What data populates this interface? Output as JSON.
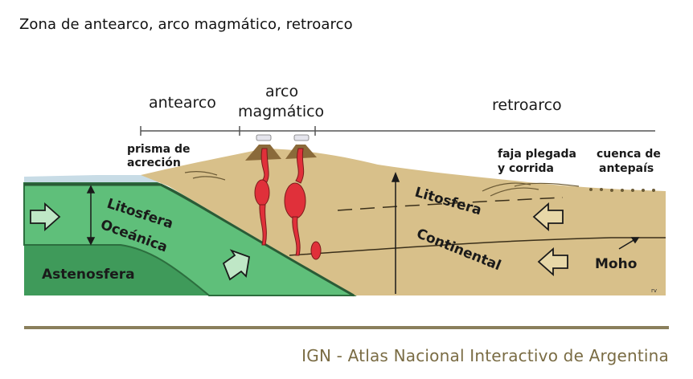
{
  "title": "Zona de antearco, arco magmático, retroarco",
  "labels": {
    "antearco": "antearco",
    "arco_line1": "arco",
    "arco_line2": "magmático",
    "retroarco": "retroarco",
    "prisma_line1": "prisma de",
    "prisma_line2": "acreción",
    "faja_line1": "faja plegada",
    "faja_line2": "y corrida",
    "cuenca_line1": "cuenca de",
    "cuenca_line2": "antepaís",
    "litosfera_oceanica_1": "Litosfera",
    "litosfera_oceanica_2": "Oceánica",
    "astenosfera": "Astenosfera",
    "litosfera_continental_1": "Litosfera",
    "litosfera_continental_2": "Continental",
    "moho": "Moho",
    "signature": "rv"
  },
  "colors": {
    "continental_crust": "#d8c08a",
    "oceanic_lithosphere": "#5fbf7a",
    "asthenosphere": "#3f9a5a",
    "ocean_water": "#c8dce6",
    "magma": "#e0303a",
    "rule": "#8a7f5c",
    "credit": "#7a6c44"
  },
  "footer": {
    "credit": "IGN - Atlas Nacional Interactivo de Argentina"
  }
}
